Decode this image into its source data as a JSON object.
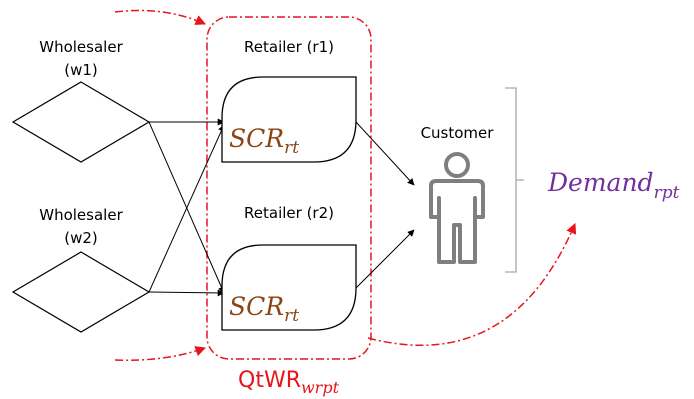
{
  "wholesalers": [
    {
      "name": "Wholesaler",
      "id": "(w1)"
    },
    {
      "name": "Wholesaler",
      "id": "(w2)"
    }
  ],
  "retailers": [
    {
      "label": "Retailer (r1)",
      "scr": {
        "base": "SCR",
        "sub": "rt"
      }
    },
    {
      "label": "Retailer (r2)",
      "scr": {
        "base": "SCR",
        "sub": "rt"
      }
    }
  ],
  "customer": {
    "label": "Customer"
  },
  "demand": {
    "base": "Demand",
    "sub": "rpt"
  },
  "qtwr": {
    "base": "QtWR",
    "sub": "wrpt"
  },
  "colors": {
    "red": "#e8141b",
    "scr": "#8b4513",
    "demand": "#7030a0",
    "customer_icon": "#7f7f7f",
    "bracket": "#a6a6a6"
  }
}
